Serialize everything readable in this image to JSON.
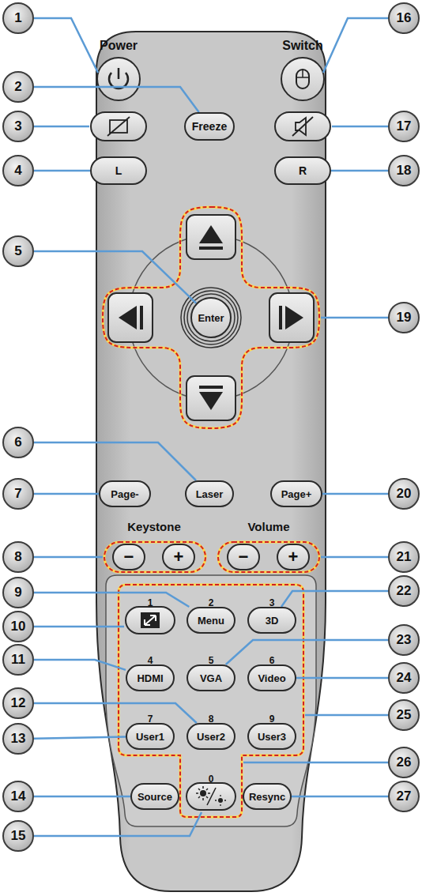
{
  "diagram": {
    "nodes": [
      {
        "text": [
          "1"
        ]
      },
      {
        "text": [
          "2"
        ]
      },
      {
        "text": [
          "3"
        ]
      },
      {
        "text": [
          "4"
        ]
      },
      {
        "text": [
          "5"
        ]
      },
      {
        "text": [
          "6"
        ]
      },
      {
        "text": [
          "7"
        ]
      },
      {
        "text": [
          "8"
        ]
      },
      {
        "text": [
          "9"
        ]
      },
      {
        "text": [
          "10"
        ]
      },
      {
        "text": [
          "11"
        ]
      },
      {
        "text": [
          "12"
        ]
      },
      {
        "text": [
          "13"
        ]
      },
      {
        "text": [
          "14"
        ]
      },
      {
        "text": [
          "15"
        ]
      },
      {
        "text": [
          "16"
        ]
      },
      {
        "text": [
          "17"
        ]
      },
      {
        "text": [
          "18"
        ]
      },
      {
        "text": [
          "19"
        ]
      },
      {
        "text": [
          "20"
        ]
      },
      {
        "text": [
          "21"
        ]
      },
      {
        "text": [
          "22"
        ]
      },
      {
        "text": [
          "23"
        ]
      },
      {
        "text": [
          "24"
        ]
      },
      {
        "text": [
          "25"
        ]
      },
      {
        "text": [
          "26"
        ]
      },
      {
        "text": [
          "27"
        ]
      },
      {
        "text": [
          "Freeze"
        ]
      },
      {
        "text": [
          "L"
        ]
      },
      {
        "text": [
          "R"
        ]
      },
      {
        "text": [
          "Enter"
        ]
      },
      {
        "text": [
          "Page-"
        ]
      },
      {
        "text": [
          "Laser"
        ]
      },
      {
        "text": [
          "Page+"
        ]
      },
      {
        "text": [
          "−"
        ]
      },
      {
        "text": [
          "+"
        ]
      },
      {
        "text": [
          "−"
        ]
      },
      {
        "text": [
          "+"
        ]
      },
      {
        "text": [
          "Menu"
        ]
      },
      {
        "text": [
          "3D"
        ]
      },
      {
        "text": [
          "HDMI"
        ]
      },
      {
        "text": [
          "VGA"
        ]
      },
      {
        "text": [
          "Video"
        ]
      },
      {
        "text": [
          "User1"
        ]
      },
      {
        "text": [
          "User2"
        ]
      },
      {
        "text": [
          "User3"
        ]
      },
      {
        "text": [
          "Source"
        ]
      },
      {
        "text": [
          "Resync"
        ]
      }
    ],
    "edges": [
      {
        "from": 1,
        "to": 27,
        "arrow": "none"
      },
      {
        "from": 3,
        "to": 28,
        "arrow": "none"
      },
      {
        "from": 4,
        "to": 30,
        "arrow": "none"
      },
      {
        "from": 5,
        "to": 32,
        "arrow": "none"
      },
      {
        "from": 6,
        "to": 31,
        "arrow": "none"
      },
      {
        "from": 8,
        "to": 38,
        "arrow": "none"
      },
      {
        "from": 10,
        "to": 40,
        "arrow": "none"
      },
      {
        "from": 11,
        "to": 44,
        "arrow": "none"
      },
      {
        "from": 12,
        "to": 43,
        "arrow": "none"
      },
      {
        "from": 13,
        "to": 46,
        "arrow": "none"
      },
      {
        "from": 17,
        "to": 29,
        "arrow": "none"
      },
      {
        "from": 19,
        "to": 33,
        "arrow": "none"
      },
      {
        "from": 21,
        "to": 39,
        "arrow": "none"
      },
      {
        "from": 22,
        "to": 41,
        "arrow": "none"
      },
      {
        "from": 23,
        "to": 42,
        "arrow": "none"
      },
      {
        "from": 26,
        "to": 47,
        "arrow": "none"
      }
    ],
    "labels": [
      "Power",
      "Switch",
      "Keystone",
      "Volume",
      "1",
      "2",
      "3",
      "4",
      "5",
      "6",
      "7",
      "8",
      "9",
      "0"
    ]
  }
}
